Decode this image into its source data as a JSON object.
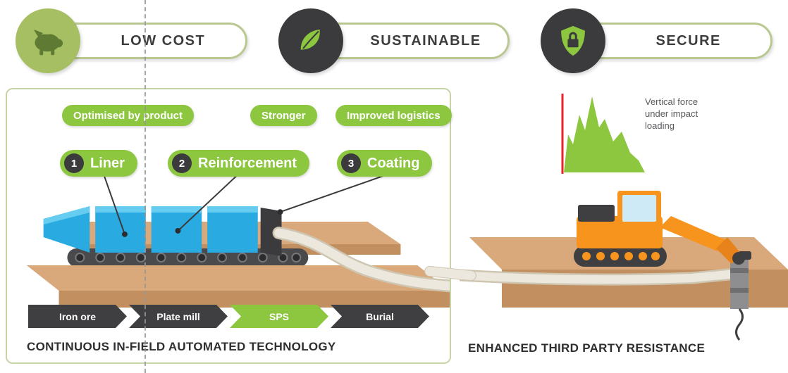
{
  "colors": {
    "green": "#8dc63f",
    "olive": "#a6bf63",
    "pill_border": "#b9c890",
    "dark": "#3b3b3d",
    "tan": "#d9a97c",
    "tan_shadow": "#c28f60",
    "blue": "#29abe2",
    "orange": "#f7941e",
    "red": "#e8232a"
  },
  "badges": [
    {
      "label": "LOW COST",
      "icon": "piggy-bank-icon"
    },
    {
      "label": "SUSTAINABLE",
      "icon": "leaf-icon"
    },
    {
      "label": "SECURE",
      "icon": "shield-lock-icon"
    }
  ],
  "left_panel": {
    "tags": [
      {
        "label": "Optimised by product"
      },
      {
        "label": "Stronger"
      },
      {
        "label": "Improved logistics"
      }
    ],
    "callouts": [
      {
        "num": "1",
        "label": "Liner"
      },
      {
        "num": "2",
        "label": "Reinforcement"
      },
      {
        "num": "3",
        "label": "Coating"
      }
    ],
    "process_steps": [
      {
        "label": "Iron ore"
      },
      {
        "label": "Plate mill"
      },
      {
        "label": "SPS"
      },
      {
        "label": "Burial"
      }
    ],
    "caption": "CONTINUOUS IN-FIELD AUTOMATED TECHNOLOGY"
  },
  "right_panel": {
    "chart_annotation": "Vertical force under impact loading",
    "caption": "ENHANCED THIRD PARTY RESISTANCE"
  }
}
